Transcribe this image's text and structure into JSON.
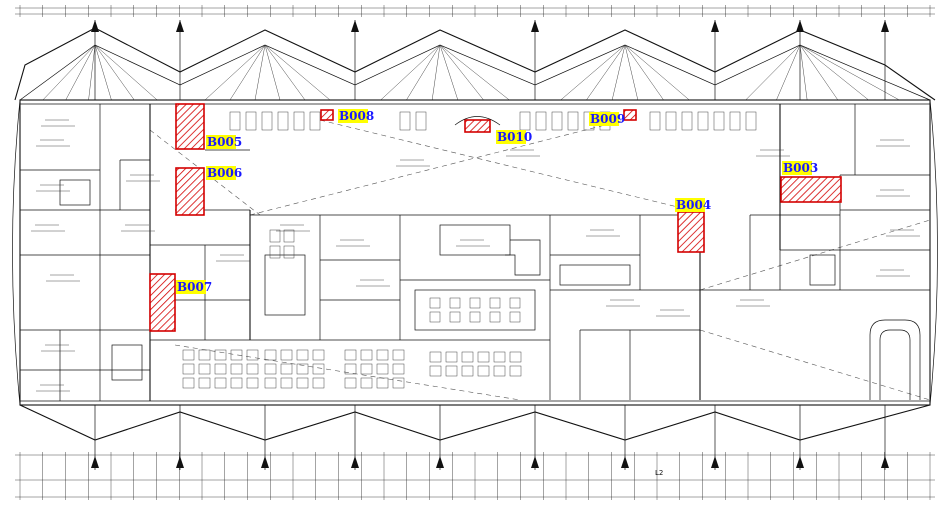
{
  "markers": [
    {
      "id": "B003",
      "label": "B003"
    },
    {
      "id": "B004",
      "label": "B004"
    },
    {
      "id": "B005",
      "label": "B005"
    },
    {
      "id": "B006",
      "label": "B006"
    },
    {
      "id": "B007",
      "label": "B007"
    },
    {
      "id": "B008",
      "label": "B008"
    },
    {
      "id": "B009",
      "label": "B009"
    },
    {
      "id": "B010",
      "label": "B010"
    }
  ],
  "colors": {
    "marker_text": "#1a1aff",
    "marker_bg": "#ffff00",
    "hatch": "#d40000",
    "lines": "#111111"
  },
  "floor_mark": "L2"
}
